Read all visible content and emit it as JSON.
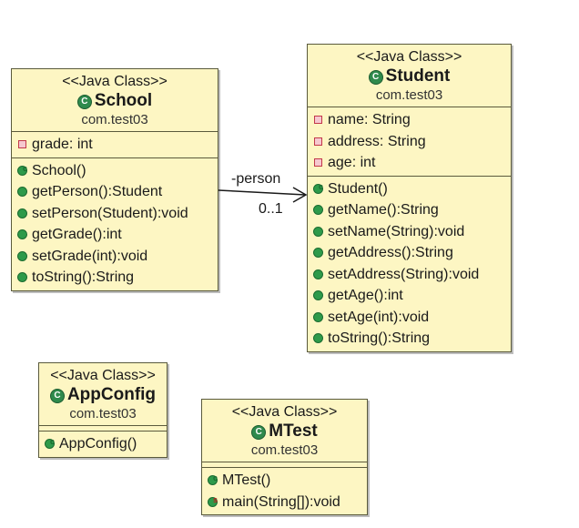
{
  "school": {
    "stereotype": "<<Java Class>>",
    "name": "School",
    "package": "com.test03",
    "fields": [
      "grade: int"
    ],
    "constructors": [
      "School()"
    ],
    "methods": [
      "getPerson():Student",
      "setPerson(Student):void",
      "getGrade():int",
      "setGrade(int):void",
      "toString():String"
    ]
  },
  "student": {
    "stereotype": "<<Java Class>>",
    "name": "Student",
    "package": "com.test03",
    "fields": [
      "name: String",
      "address: String",
      "age: int"
    ],
    "constructors": [
      "Student()"
    ],
    "methods": [
      "getName():String",
      "setName(String):void",
      "getAddress():String",
      "setAddress(String):void",
      "getAge():int",
      "setAge(int):void",
      "toString():String"
    ]
  },
  "appconfig": {
    "stereotype": "<<Java Class>>",
    "name": "AppConfig",
    "package": "com.test03",
    "constructors": [
      "AppConfig()"
    ]
  },
  "mtest": {
    "stereotype": "<<Java Class>>",
    "name": "MTest",
    "package": "com.test03",
    "constructors": [
      "MTest()"
    ],
    "static_methods": [
      "main(String[]):void"
    ]
  },
  "association": {
    "role": "-person",
    "multiplicity": "0..1"
  },
  "colors": {
    "class_fill": "#fdf6c3",
    "class_border": "#5a5a3c",
    "class_icon": "#2f8a4c",
    "field_icon": "#c2384a",
    "method_icon": "#2e9a4a"
  }
}
